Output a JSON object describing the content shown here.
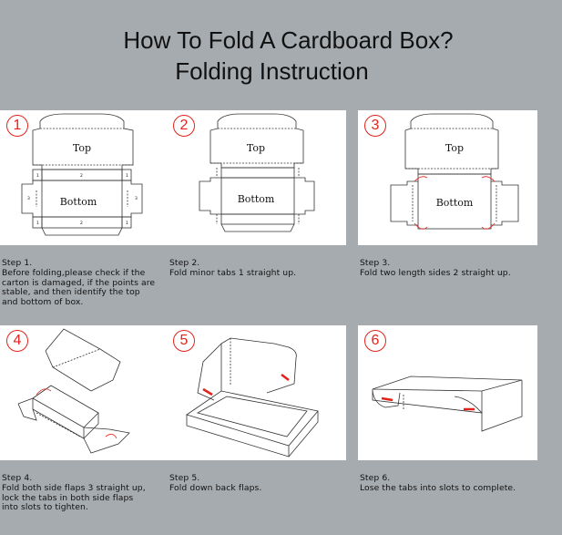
{
  "header": {
    "title": "How To Fold A Cardboard Box?",
    "subtitle": "Folding Instruction"
  },
  "labels": {
    "top": "Top",
    "bottom": "Bottom"
  },
  "tabs": {
    "minor": "1",
    "length": "2",
    "side": "3"
  },
  "steps": [
    {
      "number": "1",
      "title": "Step 1.",
      "lines": [
        "Before folding,please check if the",
        "carton is damaged, if the points are",
        "stable, and then identify the top",
        "and bottom of box."
      ]
    },
    {
      "number": "2",
      "title": "Step 2.",
      "lines": [
        "Fold minor tabs 1 straight up."
      ]
    },
    {
      "number": "3",
      "title": "Step 3.",
      "lines": [
        "Fold two length sides 2 straight up."
      ]
    },
    {
      "number": "4",
      "title": "Step 4.",
      "lines": [
        "Fold both side flaps 3 straight up,",
        "lock the tabs in both side flaps",
        "into slots to tighten."
      ]
    },
    {
      "number": "5",
      "title": "Step 5.",
      "lines": [
        "Fold down back flaps."
      ]
    },
    {
      "number": "6",
      "title": "Step 6.",
      "lines": [
        "Lose the tabs into slots to complete."
      ]
    }
  ],
  "colors": {
    "background": "#a6abaf",
    "accent": "#e2231a",
    "line": "#333333"
  }
}
